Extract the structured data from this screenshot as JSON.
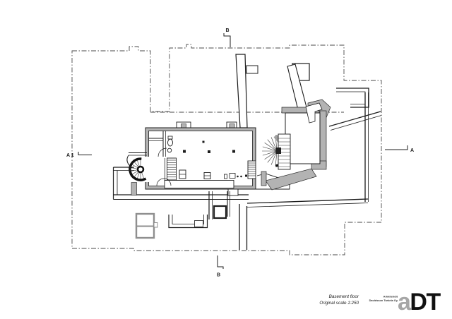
{
  "document": {
    "type": "architectural basement floor plan",
    "section_markers": {
      "top": "B",
      "bottom": "B",
      "right": "A",
      "left": "A 1"
    },
    "title_block": {
      "drawing_title": "Basement floor",
      "scale_note": "Original scale 1:250"
    },
    "firm": {
      "line1": "Arkkitehdit",
      "line2": "Davidsson Tarkela Oy"
    },
    "logo": {
      "gray_part": "a",
      "black_part": "DT"
    },
    "colors": {
      "ink": "#1c1c1c",
      "wall_fill": "#b3b3b3",
      "dash_line": "#4a4a4a",
      "logo_gray": "#a6a6a6",
      "paper": "#ffffff"
    }
  }
}
